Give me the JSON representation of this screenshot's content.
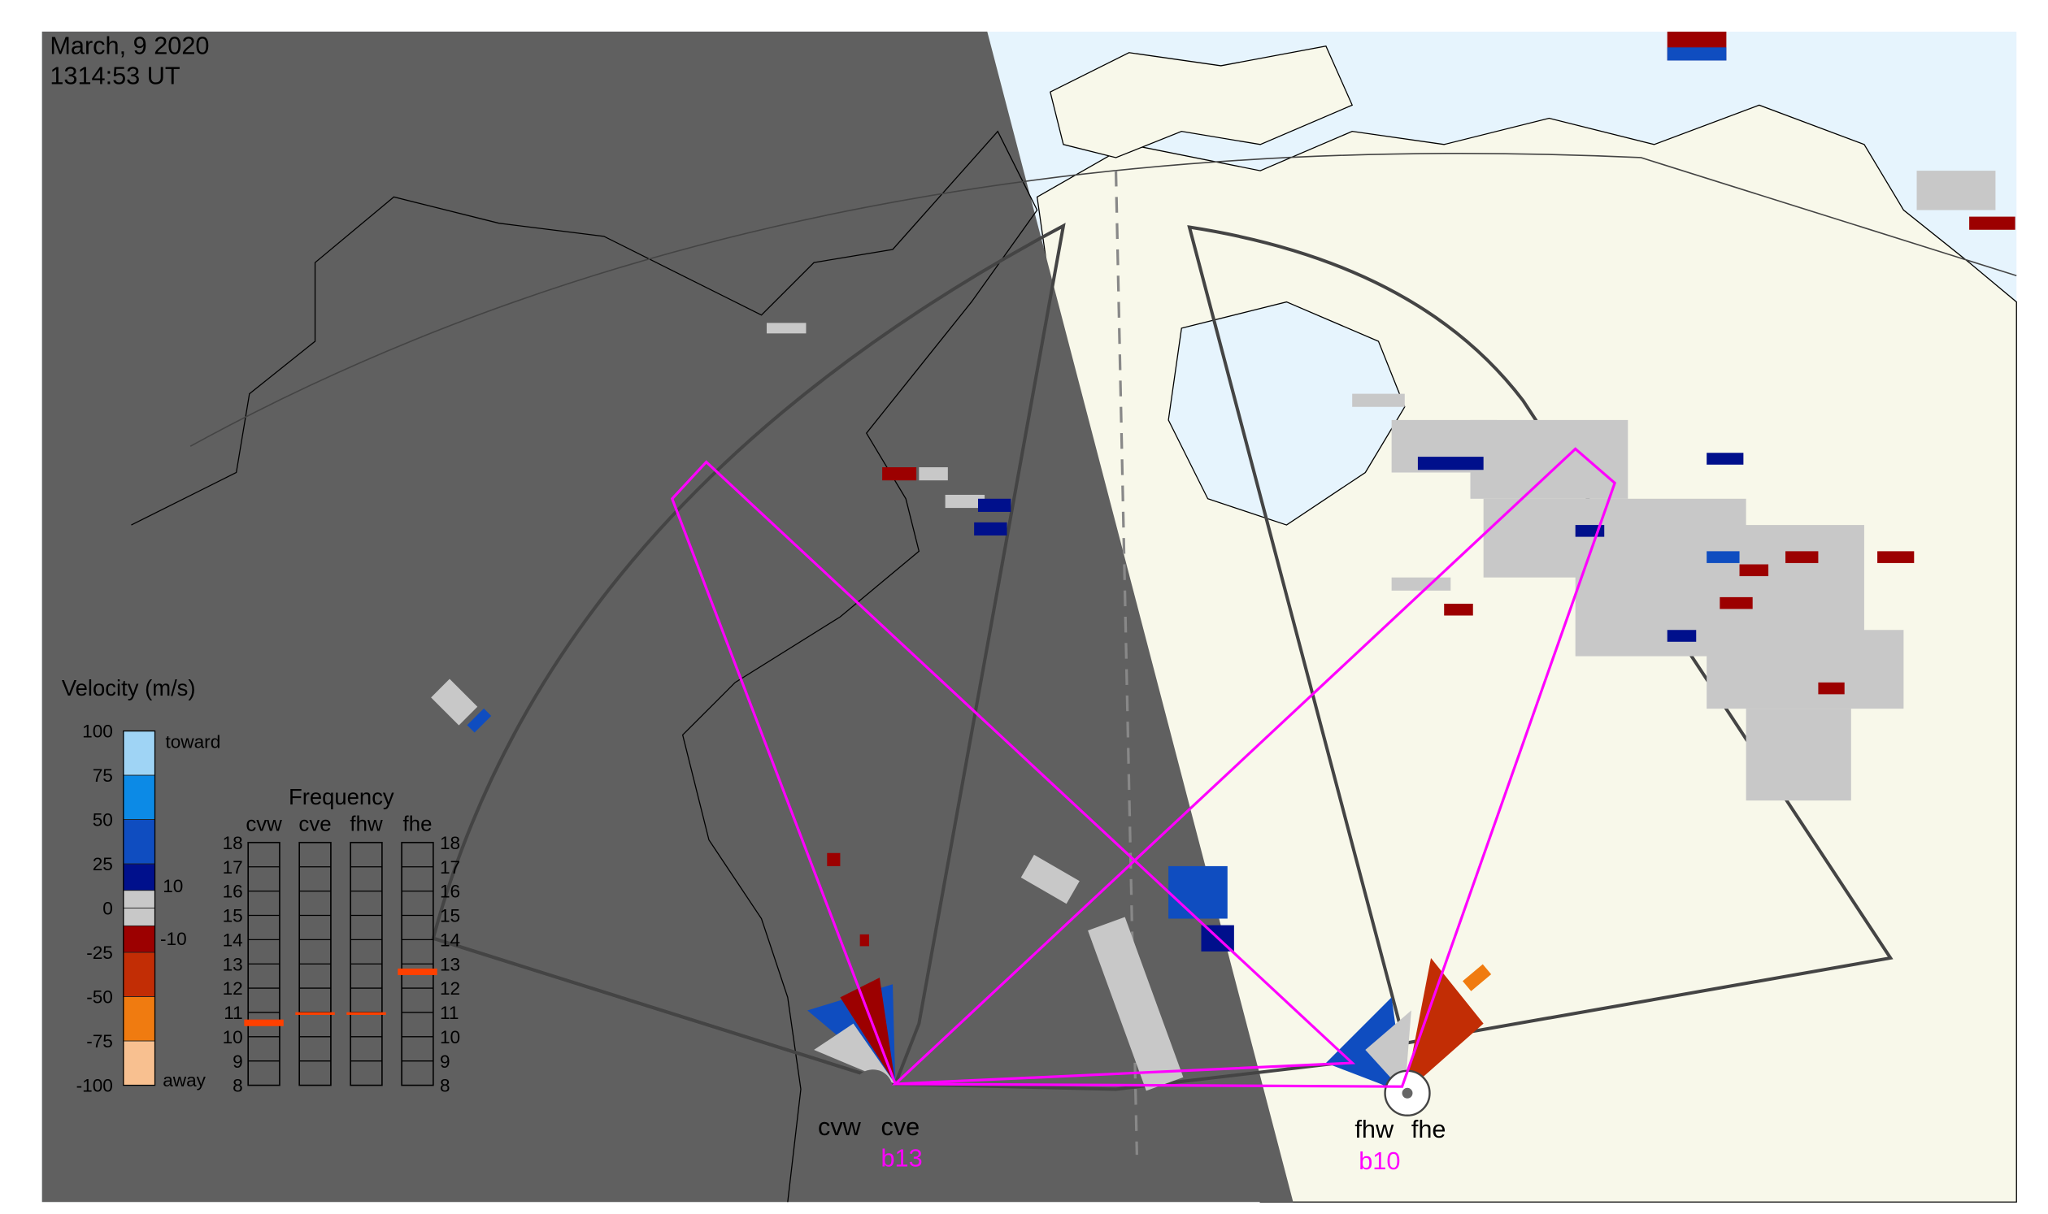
{
  "header": {
    "date": "March, 9 2020",
    "time": "1314:53 UT"
  },
  "velocity_legend": {
    "title": "Velocity (m/s)",
    "ticks": [
      "100",
      "75",
      "50",
      "25",
      "0",
      "-25",
      "-50",
      "-75",
      "-100"
    ],
    "toward_label": "toward",
    "away_label": "away",
    "ground_scatter_upper": "10",
    "ground_scatter_lower": "-10",
    "colors": [
      "#9fd4f5",
      "#0c8ae6",
      "#0f4dc0",
      "#00108c",
      "#c8c8c8",
      "#c8c8c8",
      "#9c0000",
      "#c22d05",
      "#f07b10",
      "#f8c090"
    ]
  },
  "frequency_panel": {
    "title": "Frequency",
    "radars": [
      "cvw",
      "cve",
      "fhw",
      "fhe"
    ],
    "ticks": [
      "18",
      "17",
      "16",
      "15",
      "14",
      "13",
      "12",
      "11",
      "10",
      "9",
      "8"
    ],
    "range_mhz": [
      8,
      18
    ],
    "values_mhz": [
      10.6,
      10.9,
      10.9,
      12.7
    ],
    "marker_color": "#ff4000"
  },
  "sites": {
    "cv_left": "cvw",
    "cv_right": "cve",
    "cv_beam": "b13",
    "fh_left": "fhw",
    "fh_right": "fhe",
    "fh_beam": "b10"
  },
  "colors": {
    "night": "#606060",
    "land": "#f8f8ea",
    "ocean": "#e6f4fd",
    "beam": "#ff00ff",
    "fov": "#444444"
  }
}
